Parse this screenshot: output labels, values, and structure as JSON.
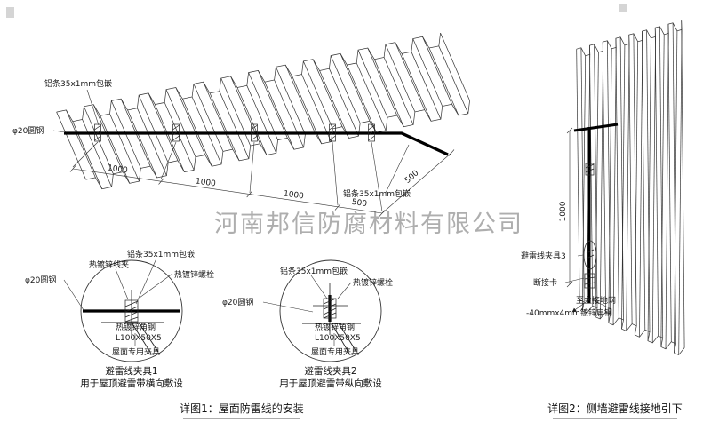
{
  "watermark": "河南邦信防腐材料有限公司",
  "main_roof": {
    "label_al_strip_left": "铝条35x1mm包嵌",
    "label_round_steel": "φ20圆钢",
    "label_al_strip_right": "铝条35x1mm包嵌",
    "dims": {
      "d1": "1000",
      "d2": "1000",
      "d3": "1000",
      "d4": "500",
      "d5": "500"
    }
  },
  "detail1": {
    "title": "避雷线夹具1",
    "subtitle": "用于屋顶避雷带横向敷设",
    "labels": {
      "wire_clip": "热镀锌线夹",
      "al_strip": "铝条35x1mm包嵌",
      "bolt": "热镀锌螺栓",
      "round_steel": "φ20圆钢",
      "angle_steel": "热镀锌角钢",
      "angle_spec": "L100X50X5",
      "roof_clamp": "屋面专用夹具"
    }
  },
  "detail2": {
    "title": "避雷线夹具2",
    "subtitle": "用于屋顶避雷带纵向敷设",
    "round_steel_color": "#cc3311",
    "labels": {
      "al_strip": "铝条35x1mm包嵌",
      "bolt": "热镀锌螺栓",
      "round_steel": "φ20圆钢",
      "angle_steel": "热镀锌角钢",
      "angle_spec": "L100X50X5",
      "roof_clamp": "屋面专用夹具"
    }
  },
  "wall": {
    "dim": "1000",
    "labels": {
      "clamp3": "避雷线夹具3",
      "disconnect": "断接卡",
      "to_ground": "至主接地网",
      "flat_steel": "-40mmx4mm镀锌扁钢"
    }
  },
  "captions": {
    "detail1": "详图1：屋面防雷线的安装",
    "detail2": "详图2：侧墙避雷线接地引下"
  }
}
